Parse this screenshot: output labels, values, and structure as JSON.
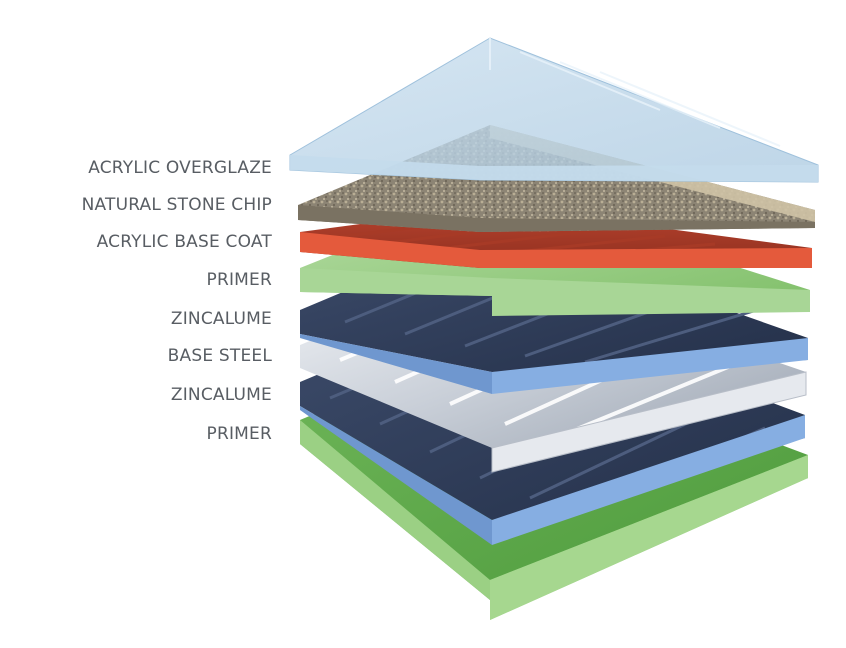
{
  "layers": [
    {
      "id": "acrylic-overglaze",
      "label": "ACRYLIC OVERGLAZE",
      "color": "#bcd6e8"
    },
    {
      "id": "natural-stone-chip",
      "label": "NATURAL STONE CHIP",
      "color": "#8a8170"
    },
    {
      "id": "acrylic-base-coat",
      "label": "ACRYLIC BASE COAT",
      "color": "#e0553a"
    },
    {
      "id": "primer-top",
      "label": "PRIMER",
      "color": "#9fce8c"
    },
    {
      "id": "zincalume-top",
      "label": "ZINCALUME",
      "color": "#7fa6dc"
    },
    {
      "id": "base-steel",
      "label": "BASE STEEL",
      "color": "#e4e8ee"
    },
    {
      "id": "zincalume-bottom",
      "label": "ZINCALUME",
      "color": "#7fa6dc"
    },
    {
      "id": "primer-bottom",
      "label": "PRIMER",
      "color": "#8fc47c"
    }
  ],
  "colors": {
    "label_text": "#585d63",
    "background": "#ffffff",
    "steel_dark": "#2c3a55",
    "stone_light": "#d8ccb0"
  }
}
